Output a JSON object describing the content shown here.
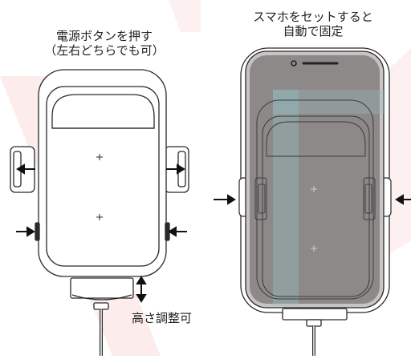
{
  "captions": {
    "left_title_line1": "電源ボタンを押す",
    "left_title_line2": "（左右どちらでも可）",
    "right_title_line1": "スマホをセットすると",
    "right_title_line2": "自動で固定",
    "height_adjust": "高さ調整可"
  },
  "colors": {
    "outline": "#2a2a2a",
    "holder_fill": "#ffffff",
    "phone_fill": "#8e8989",
    "phone_frame": "#c9c3c3",
    "watermark": "#fbe6e6",
    "ghost_watermark": "#94c5c7"
  },
  "icons": {
    "arrow": "arrow-icon",
    "double_arrow": "double-arrow-icon",
    "crosshair": "crosshair-icon"
  }
}
